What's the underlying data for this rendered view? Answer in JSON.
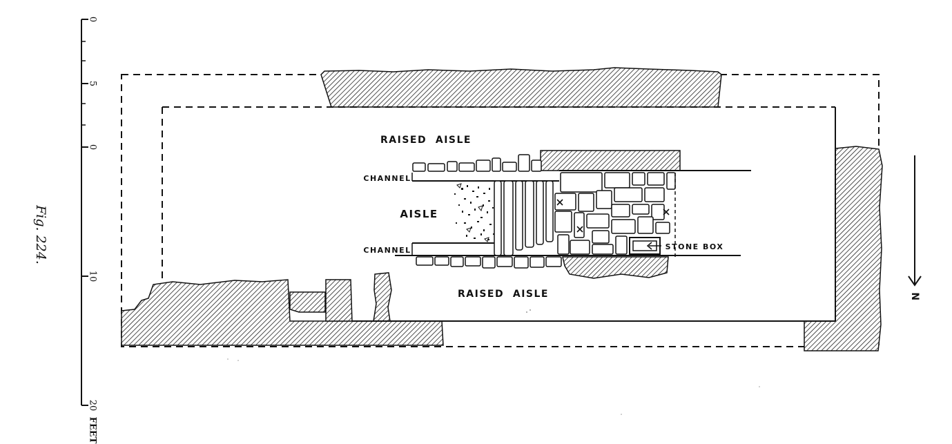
{
  "figure": {
    "caption": "Fig. 224."
  },
  "scale": {
    "ticks": [
      "0",
      "5",
      "0",
      "10",
      "20"
    ],
    "unit": "FEET"
  },
  "labels": {
    "raised_aisle_top": "RAISED  AISLE",
    "raised_aisle_bottom": "RAISED  AISLE",
    "aisle": "AISLE",
    "channel_top": "CHANNEL",
    "channel_bottom": "CHANNEL",
    "stone_box": "STONE BOX"
  },
  "north": {
    "label": "N"
  }
}
